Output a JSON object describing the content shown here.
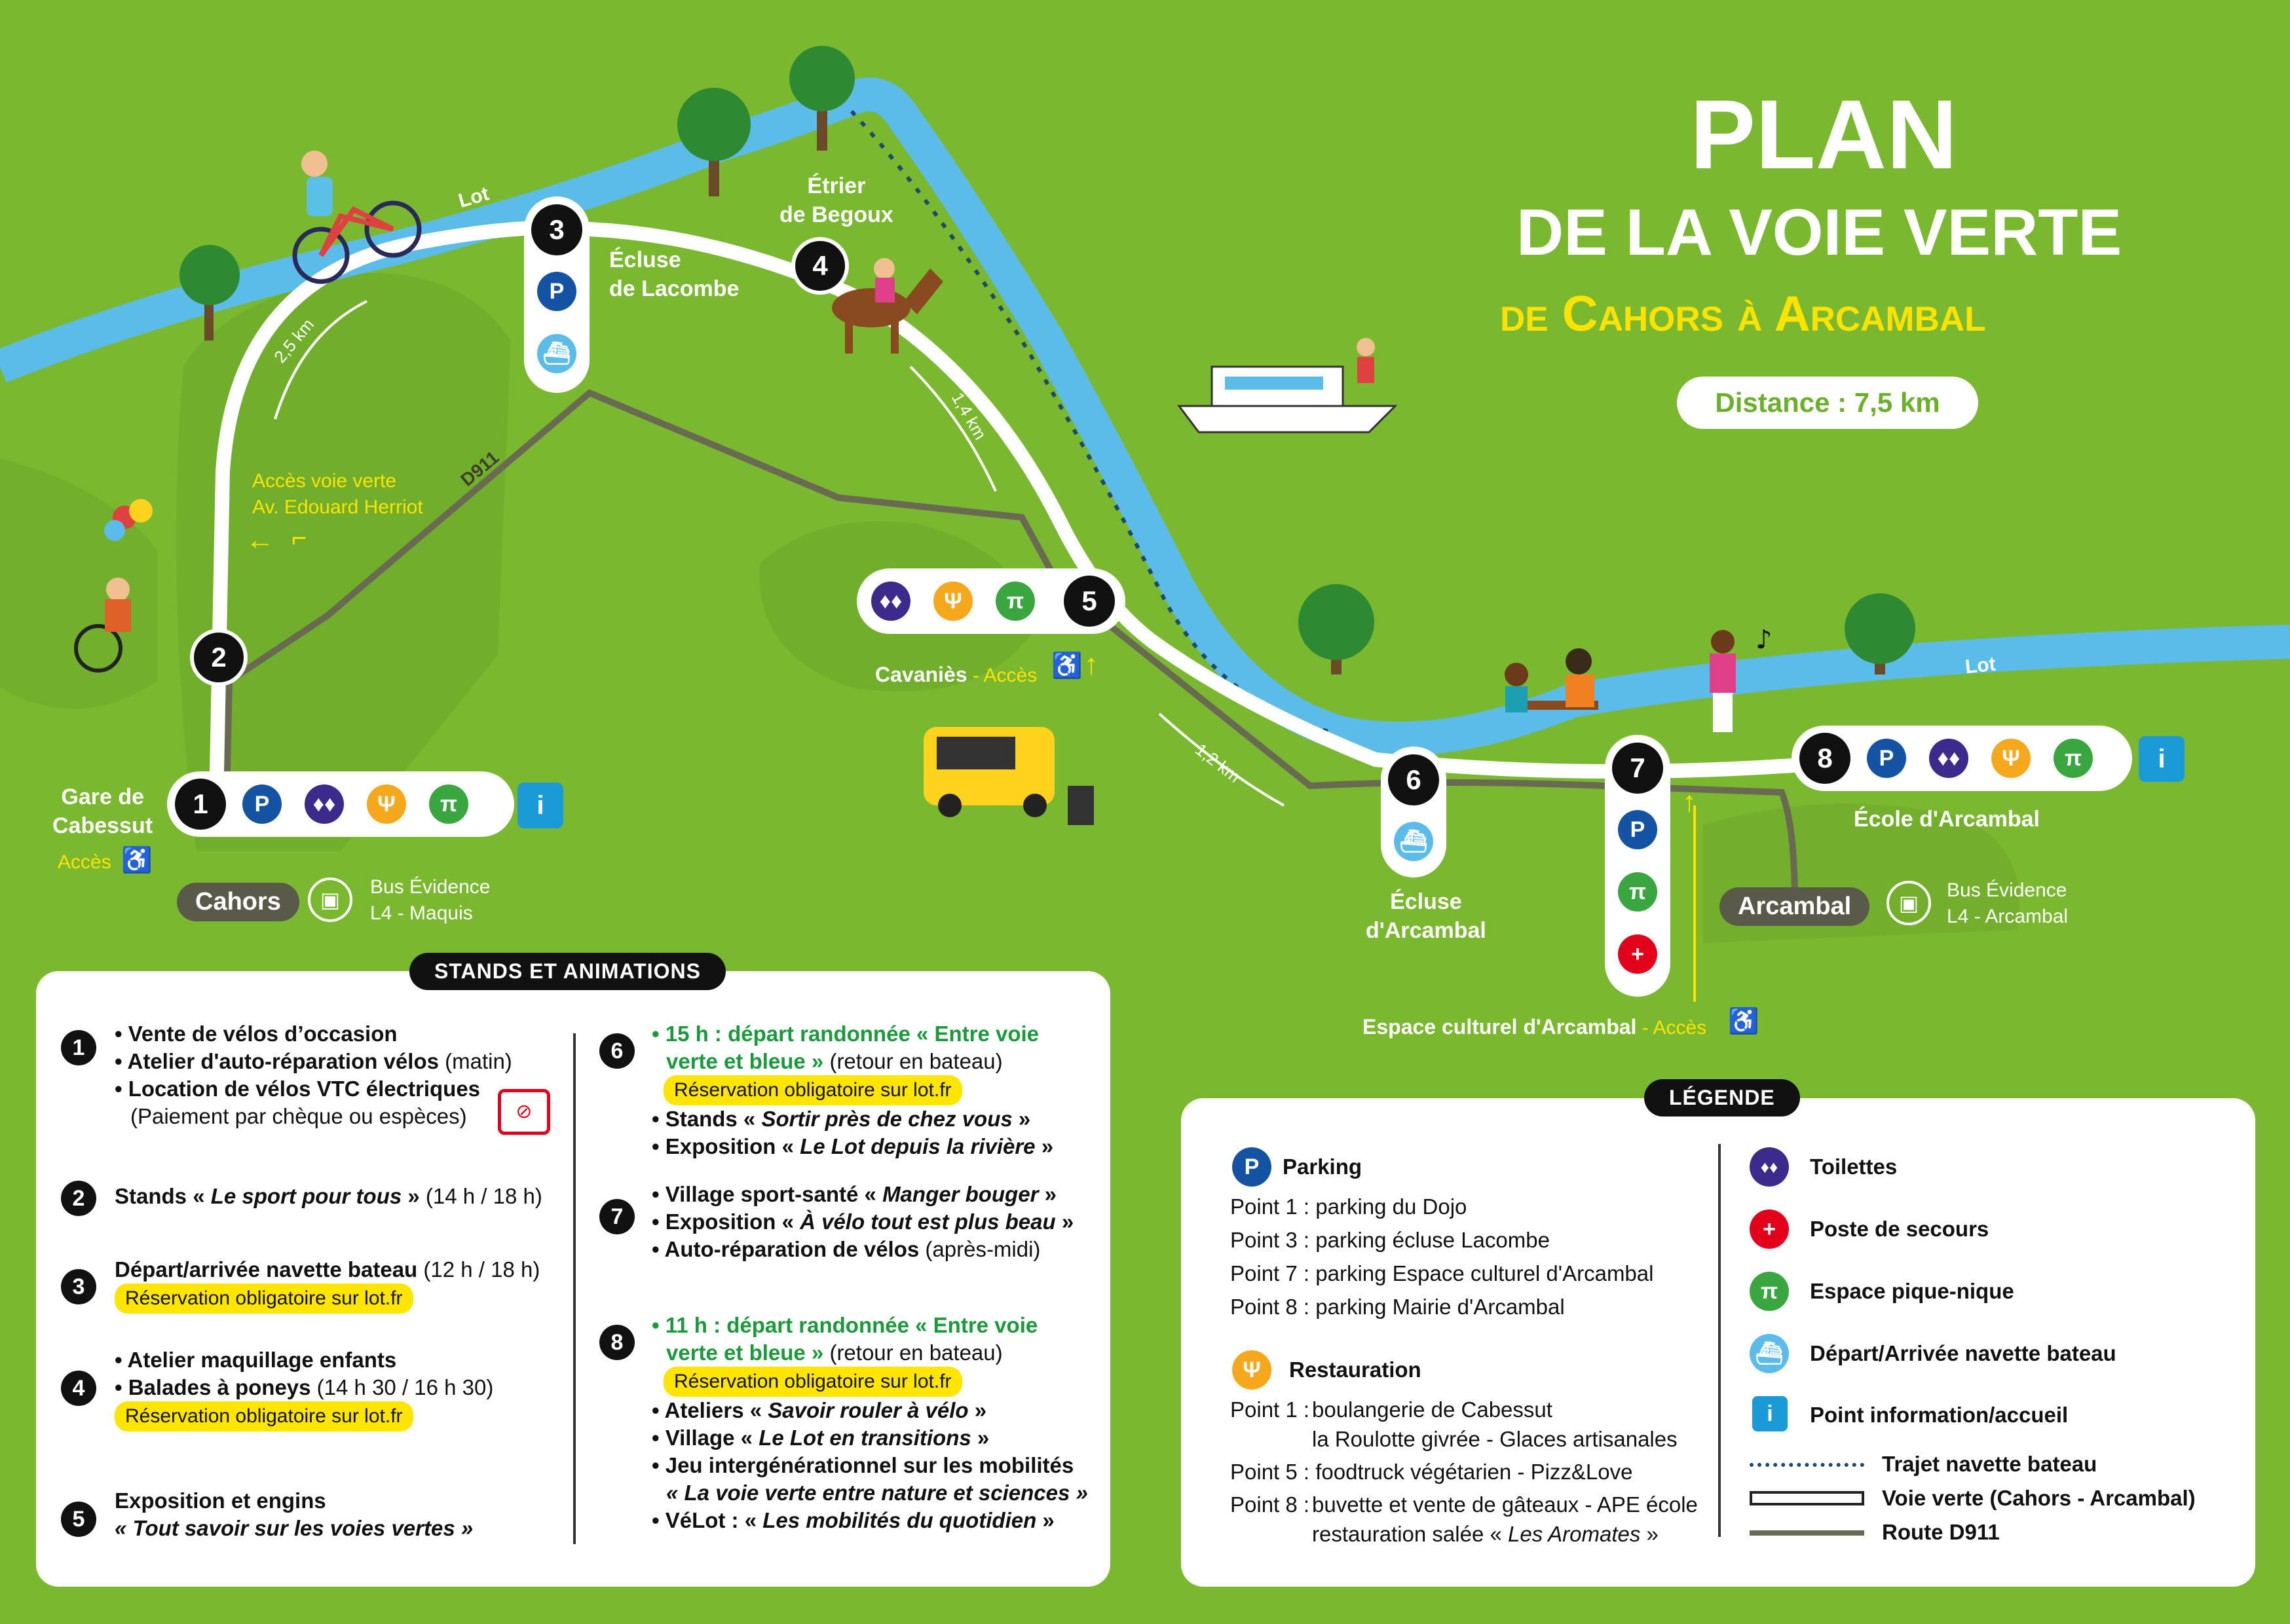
{
  "title": {
    "line1": "PLAN",
    "line2": "DE LA VOIE VERTE",
    "line3": "de Cahors à Arcambal",
    "distance": "Distance : 7,5 km"
  },
  "colors": {
    "background": "#7ab830",
    "river": "#5bbcea",
    "path": "#ffffff",
    "road": "#6a6a52",
    "accent": "#ffe300",
    "parking": "#1452a4",
    "toilets": "#3c2a8c",
    "food": "#f5a81c",
    "picnic": "#3aa640",
    "boat": "#5bbcea",
    "first_aid": "#e2001a",
    "info": "#1a9ad6"
  },
  "river": {
    "label_1": "Lot",
    "label_2": "Lot"
  },
  "road": {
    "label": "D911"
  },
  "distances": {
    "seg1": "2,5 km",
    "seg2": "1,4 km",
    "seg3": "1,2 km"
  },
  "points": {
    "p1": {
      "number": "1",
      "name_line1": "Gare de",
      "name_line2": "Cabessut",
      "access": "Accès",
      "icons": [
        "parking-icon",
        "toilets-icon",
        "restauration-icon",
        "picnic-icon",
        "info-icon"
      ]
    },
    "p2": {
      "number": "2"
    },
    "p3": {
      "number": "3",
      "name_line1": "Écluse",
      "name_line2": "de Lacombe",
      "icons": [
        "parking-icon",
        "boat-shuttle-icon"
      ]
    },
    "p4": {
      "number": "4",
      "name_line1": "Étrier",
      "name_line2": "de Begoux"
    },
    "p5": {
      "number": "5",
      "name": "Cavaniès",
      "access": " - Accès",
      "icons": [
        "toilets-icon",
        "restauration-icon",
        "picnic-icon"
      ]
    },
    "p6": {
      "number": "6",
      "name_line1": "Écluse",
      "name_line2": "d'Arcambal",
      "icons": [
        "boat-shuttle-icon"
      ]
    },
    "p7": {
      "number": "7",
      "name": "Espace culturel d'Arcambal",
      "access": " - Accès",
      "icons": [
        "parking-icon",
        "picnic-icon",
        "first-aid-icon"
      ]
    },
    "p8": {
      "number": "8",
      "name": "École d'Arcambal",
      "icons": [
        "parking-icon",
        "toilets-icon",
        "restauration-icon",
        "picnic-icon",
        "info-icon"
      ]
    }
  },
  "access_note": {
    "line1": "Accès voie verte",
    "line2": "Av. Edouard Herriot"
  },
  "towns": {
    "start": "Cahors",
    "end": "Arcambal"
  },
  "bus": {
    "start": {
      "line1": "Bus Évidence",
      "line2": "L4 - Maquis"
    },
    "end": {
      "line1": "Bus Évidence",
      "line2": "L4 - Arcambal"
    }
  },
  "stands": {
    "title": "STANDS ET ANIMATIONS",
    "reservation": "Réservation obligatoire sur lot.fr",
    "s1": {
      "num": "1",
      "a": "• Vente de vélos d’occasion",
      "b1": "• Atelier d'auto-réparation vélos",
      "b2": " (matin)",
      "c1": "• Location de vélos VTC électriques",
      "c2": "(Paiement par chèque ou espèces)"
    },
    "s2": {
      "num": "2",
      "a1": "Stands « ",
      "a2": "Le sport pour tous",
      "a3": " »",
      "a4": " (14 h / 18 h)"
    },
    "s3": {
      "num": "3",
      "a1": "Départ/arrivée navette bateau",
      "a2": " (12 h / 18 h)"
    },
    "s4": {
      "num": "4",
      "a": "• Atelier maquillage enfants",
      "b1": "• Balades à poneys",
      "b2": " (14 h 30 / 16 h 30)"
    },
    "s5": {
      "num": "5",
      "a": "Exposition et engins",
      "b": "« Tout savoir sur les voies vertes »"
    },
    "s6": {
      "num": "6",
      "a1": "• 15 h : départ randonnée « Entre voie",
      "a2": "verte et bleue »",
      "a3": " (retour en bateau)",
      "b1": "• Stands « ",
      "b2": "Sortir près de chez vous",
      "b3": " »",
      "c1": "• Exposition « ",
      "c2": "Le Lot depuis la rivière",
      "c3": " »"
    },
    "s7": {
      "num": "7",
      "a1": "• Village sport-santé « ",
      "a2": "Manger bouger",
      "a3": " »",
      "b1": "• Exposition « ",
      "b2": "À vélo tout est plus beau",
      "b3": " »",
      "c1": "• Auto-réparation de vélos",
      "c2": " (après-midi)"
    },
    "s8": {
      "num": "8",
      "a1": "• 11 h : départ randonnée « Entre voie",
      "a2": "verte et bleue »",
      "a3": " (retour en bateau)",
      "b1": "• Ateliers « ",
      "b2": "Savoir rouler à vélo",
      "b3": " »",
      "c1": "• Village « ",
      "c2": "Le Lot en transitions",
      "c3": " »",
      "d1": "• Jeu intergénérationnel sur les mobilités",
      "d2": "« La voie verte entre nature et sciences »",
      "e1": "• VéLot : « ",
      "e2": "Les mobilités du quotidien",
      "e3": " »"
    }
  },
  "legend": {
    "title": "LÉGENDE",
    "parking": {
      "label": "Parking",
      "l1": "Point 1 : parking du Dojo",
      "l2": "Point 3 : parking écluse Lacombe",
      "l3": "Point 7 : parking Espace culturel d'Arcambal",
      "l4": "Point 8 : parking Mairie d'Arcambal"
    },
    "restauration": {
      "label": "Restauration",
      "l1a": "Point 1 :",
      "l1b": "boulangerie de Cabessut",
      "l1c": "la Roulotte givrée - Glaces artisanales",
      "l2": "Point 5 : foodtruck végétarien - Pizz&Love",
      "l3a": "Point 8 :",
      "l3b": "buvette et vente de gâteaux - APE école",
      "l3c1": "restauration salée « ",
      "l3c2": "Les Aromates",
      "l3c3": " »"
    },
    "toilets": "Toilettes",
    "first_aid": "Poste de secours",
    "picnic": "Espace pique-nique",
    "boat": "Départ/Arrivée navette bateau",
    "info": "Point information/accueil",
    "boat_route": "Trajet navette bateau",
    "greenway": "Voie verte (Cahors - Arcambal)",
    "road": "Route D911"
  }
}
